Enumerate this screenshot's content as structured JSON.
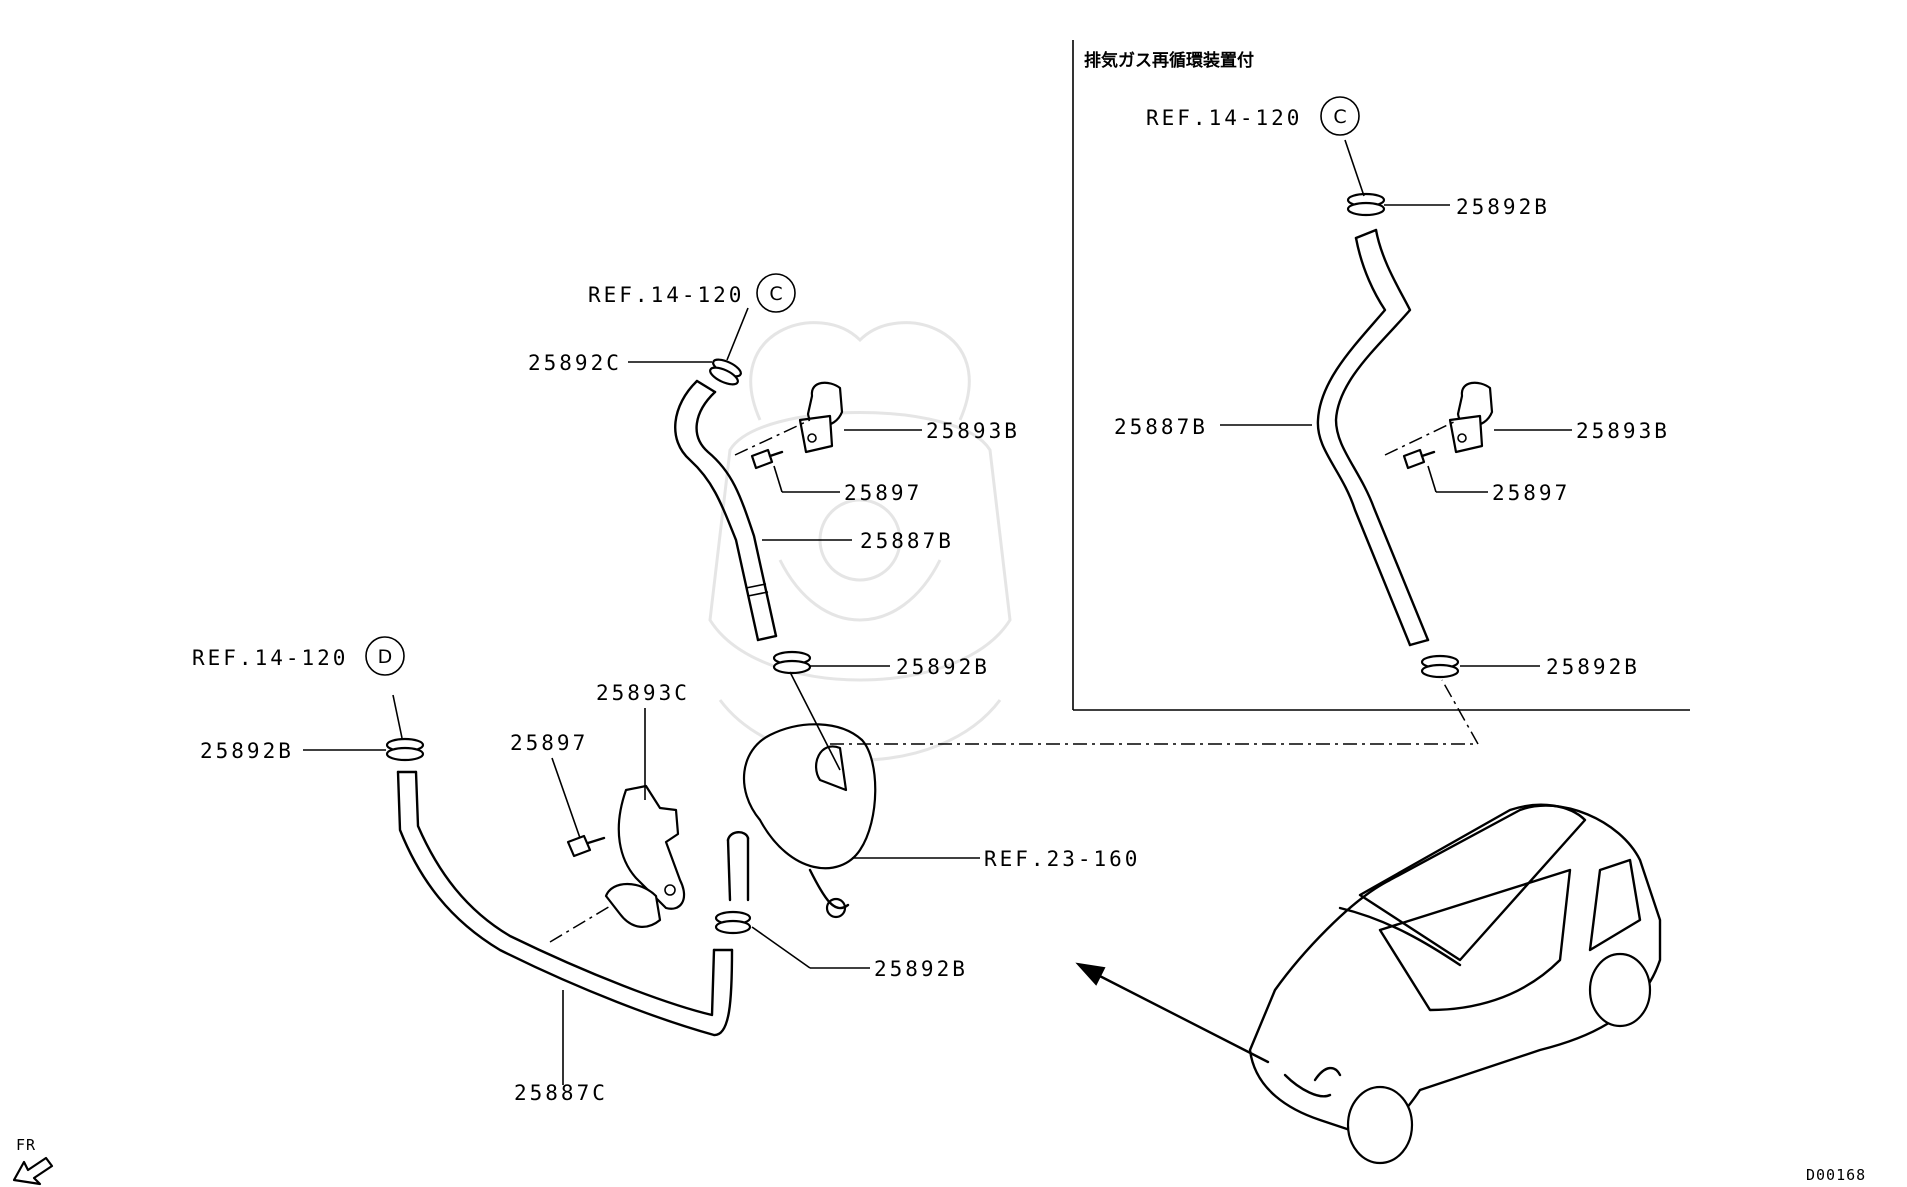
{
  "inset_title": "排気ガス再循環装置付",
  "refs": {
    "ref_14_120": "REF.14-120",
    "ref_23_160": "REF.23-160",
    "circle_c": "C",
    "circle_d": "D"
  },
  "parts": {
    "p25892C": "25892C",
    "p25893B": "25893B",
    "p25897": "25897",
    "p25887B": "25887B",
    "p25892B": "25892B",
    "p25893C": "25893C",
    "p25887C": "25887C"
  },
  "direction_label": "FR",
  "diagram_code": "D00168"
}
